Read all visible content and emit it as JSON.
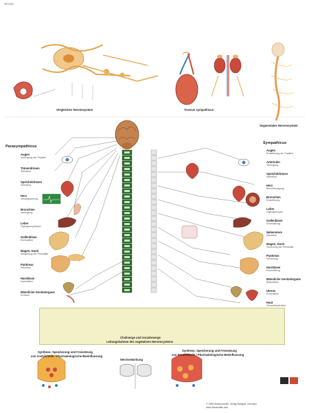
{
  "poster_code": "VR 0 611",
  "top": {
    "panel1_caption": "Vergleiches Nervensystem",
    "panel2_caption": "Truncus sympathicus",
    "panel3_caption": "Segmentales Nervensystem"
  },
  "left": {
    "title": "Parasympathicus",
    "organs": [
      {
        "name": "Augen",
        "desc": "Verengung der Pupillen"
      },
      {
        "name": "Tränendrüsen",
        "desc": "Sekretion"
      },
      {
        "name": "Speicheldrüsen",
        "desc": "Sekretion"
      },
      {
        "name": "Herz",
        "desc": "Verlangsamung"
      },
      {
        "name": "Bronchien",
        "desc": "Verengung"
      },
      {
        "name": "Leber",
        "desc": "Glykogensynthese"
      },
      {
        "name": "Gallenblase",
        "desc": "Kontraktion"
      },
      {
        "name": "Magen, Darm",
        "desc": "Steigerung der Peristaltik"
      },
      {
        "name": "Pankreas",
        "desc": "Sekretion"
      },
      {
        "name": "Harnblase",
        "desc": "Kontraktion"
      },
      {
        "name": "Männliche Genitalorgane",
        "desc": "Erektion"
      }
    ]
  },
  "right": {
    "title": "Sympathicus",
    "organs": [
      {
        "name": "Augen",
        "desc": "Erweiterung der Pupillen"
      },
      {
        "name": "Arteriolen",
        "desc": "Verengung"
      },
      {
        "name": "Speicheldrüsen",
        "desc": "Sekretion"
      },
      {
        "name": "Herz",
        "desc": "Beschleunigung"
      },
      {
        "name": "Bronchien",
        "desc": "Erweiterung"
      },
      {
        "name": "Leber",
        "desc": "Glykogenolyse"
      },
      {
        "name": "Gallenblase",
        "desc": "Erschlaffung"
      },
      {
        "name": "Nebenniere",
        "desc": "Sekretion"
      },
      {
        "name": "Magen, Darm",
        "desc": "Hemmung der Peristaltik"
      },
      {
        "name": "Pankreas",
        "desc": "Hemmung"
      },
      {
        "name": "Harnblase",
        "desc": "Erschlaffung"
      },
      {
        "name": "Männliche Genitalorgane",
        "desc": "Ejakulation"
      },
      {
        "name": "Uterus",
        "desc": "Kontraktion"
      },
      {
        "name": "Haut",
        "desc": "Schweißsekretion"
      }
    ]
  },
  "band": {
    "caption_line1": "Cholinerge und noradrenerge",
    "caption_line2": "Leitungsbahnen des vegetativen Nervensystems"
  },
  "bottom": {
    "left_caption_line1": "Synthese, Speicherung und Freisetzung",
    "left_caption_line2": "von Acetylcholin / Pharmakologische Beeinflussung",
    "mid_caption": "Wechselwirkung",
    "right_caption_line1": "Synthese, Speicherung und Freisetzung",
    "right_caption_line2": "von Noradrenalin / Pharmakologische Beeinflussung"
  },
  "copyright_line1": "© 1998 Wissenschaftl. Verlag Stuttgart, Germany",
  "copyright_line2": "www.3bscientific.com",
  "colors": {
    "spine": "#2e6b2e",
    "spine_light": "#c9e3c0",
    "ganglion": "#8a8a8a",
    "organ_red": "#c94a3a",
    "organ_orange": "#e39a4a",
    "brain": "#b6743c",
    "band": "#f3f1c8"
  }
}
